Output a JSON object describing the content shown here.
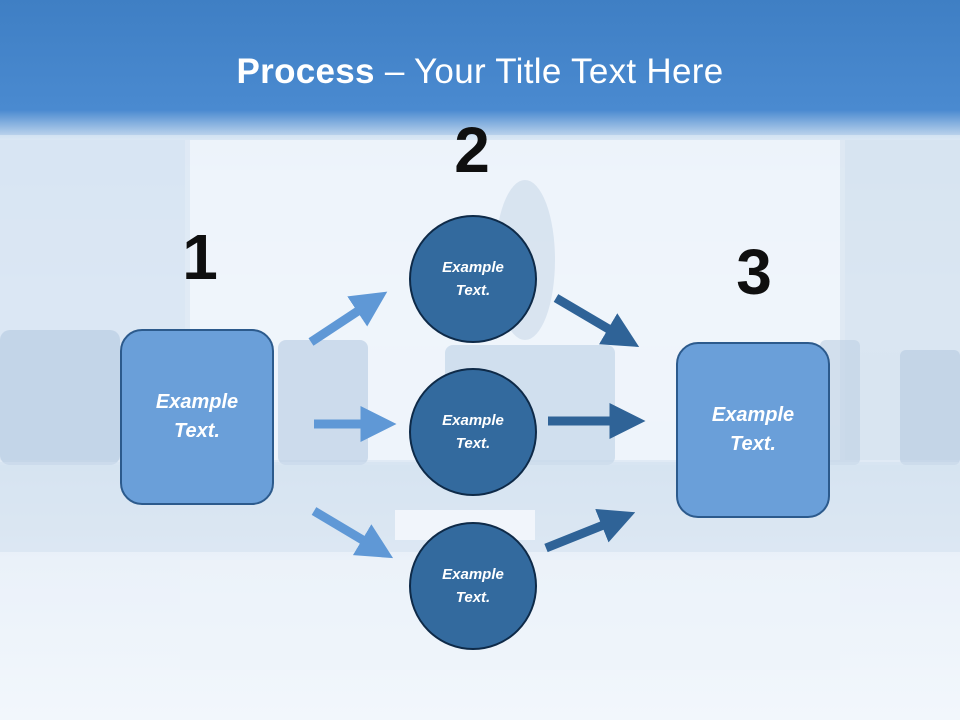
{
  "title": {
    "bold": "Process",
    "rest": " – Your Title Text Here"
  },
  "steps": {
    "n1": "1",
    "n2": "2",
    "n3": "3"
  },
  "left_box": {
    "line1": "Example",
    "line2": "Text."
  },
  "right_box": {
    "line1": "Example",
    "line2": "Text."
  },
  "circles": [
    {
      "line1": "Example",
      "line2": "Text."
    },
    {
      "line1": "Example",
      "line2": "Text."
    },
    {
      "line1": "Example",
      "line2": "Text."
    }
  ],
  "colors": {
    "box_fill": "#6a9fd9",
    "circle_fill": "#336a9e",
    "arrow_light": "#5f98d6",
    "arrow_dark": "#2f6397",
    "title_band": "#3f7fc4"
  }
}
